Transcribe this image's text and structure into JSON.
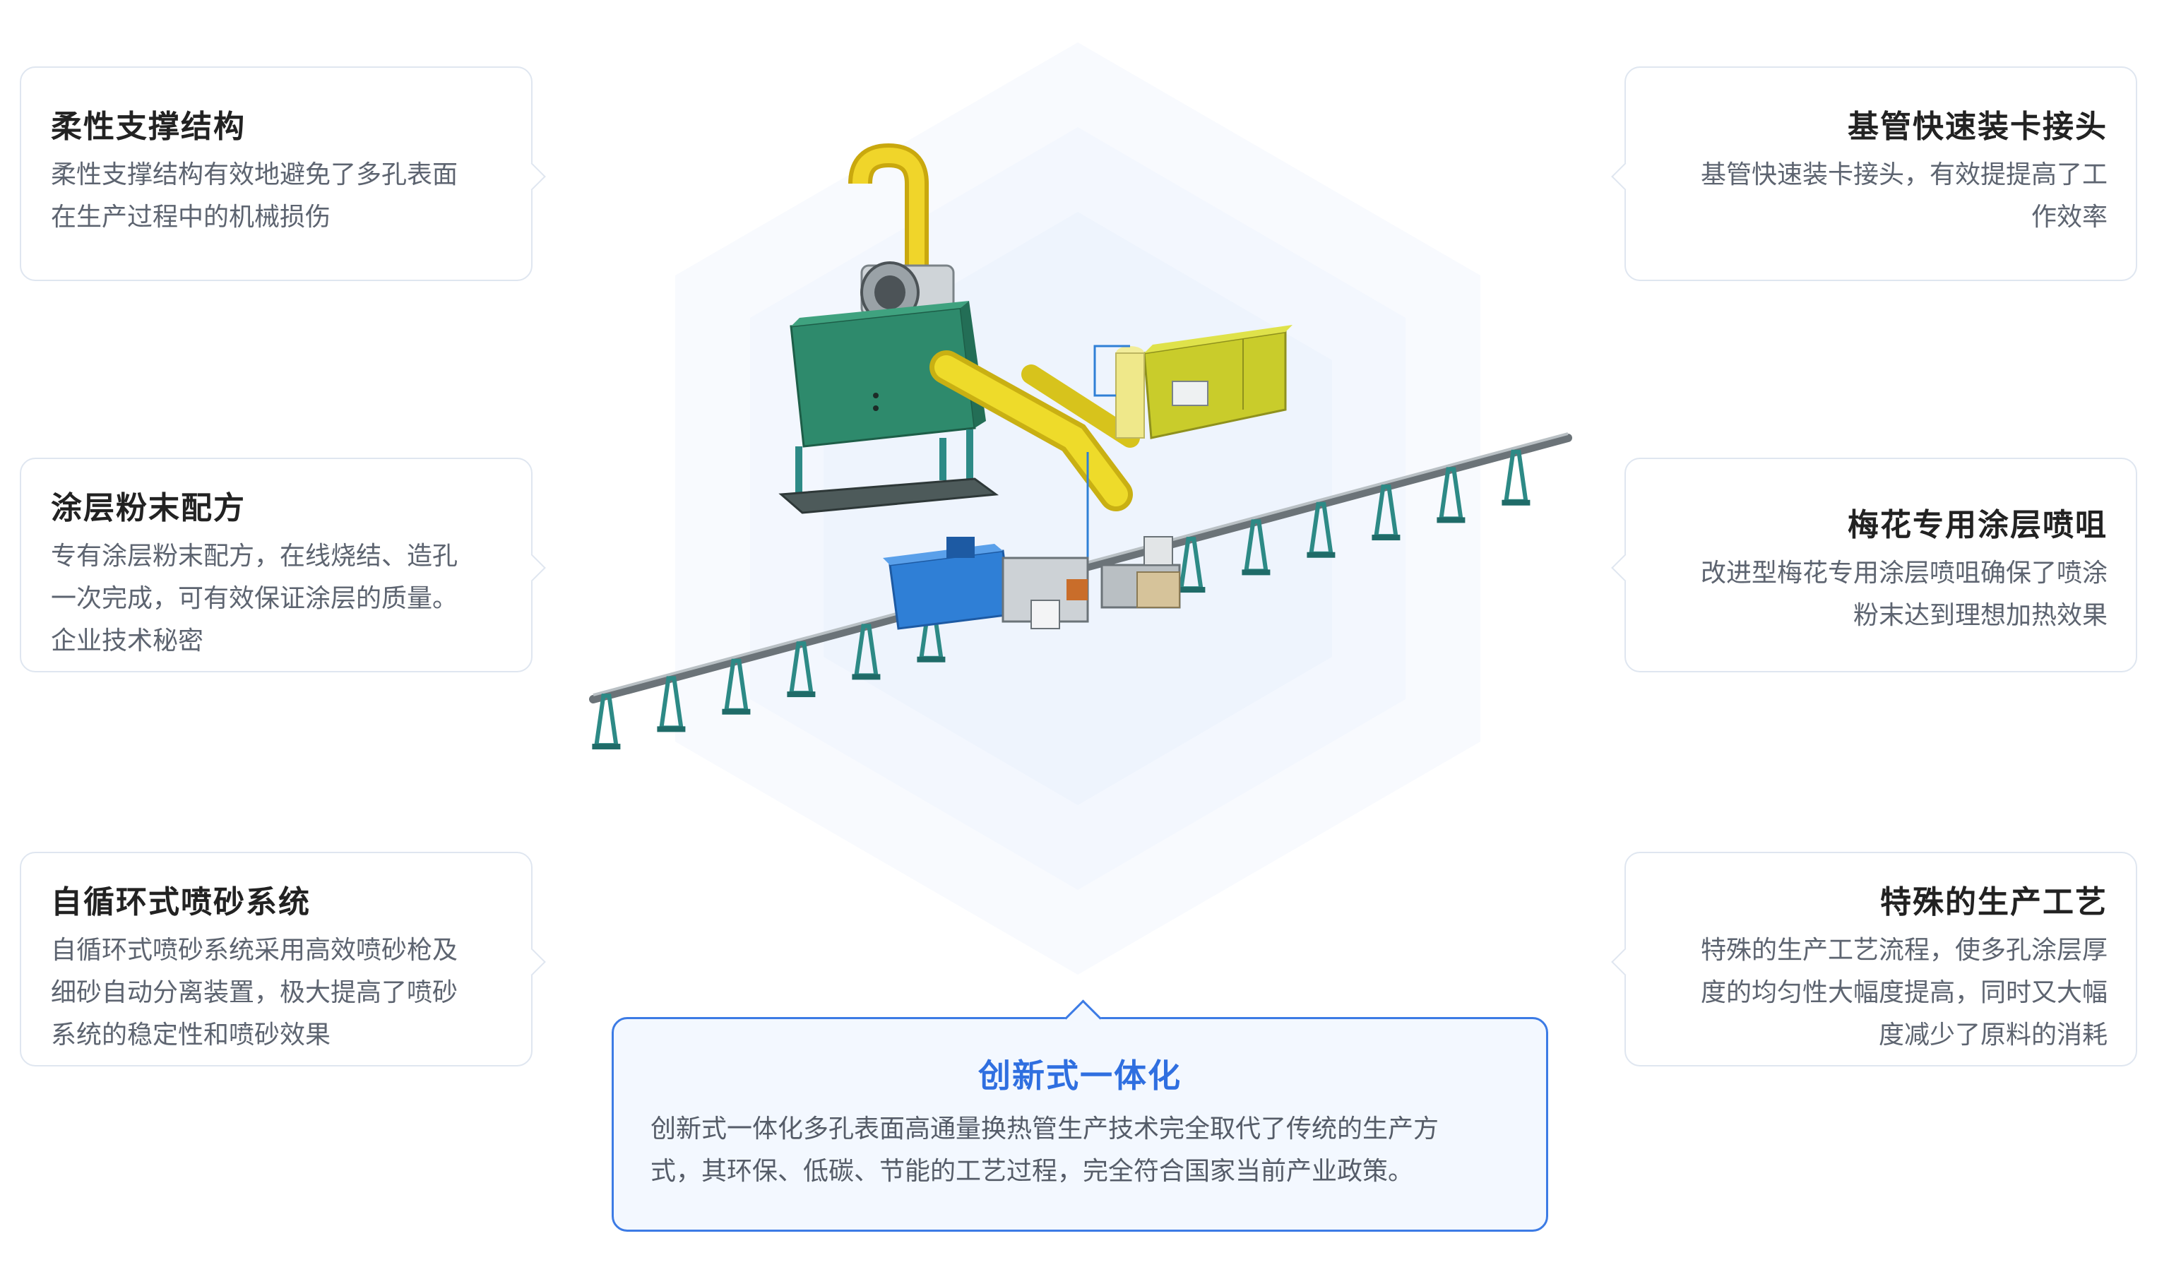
{
  "cards": {
    "left": [
      {
        "title": "柔性支撑结构",
        "desc": [
          "柔性支撑结构有效地避免了多孔表面",
          "在生产过程中的机械损伤"
        ]
      },
      {
        "title": "涂层粉末配方",
        "desc": [
          "专有涂层粉末配方，在线烧结、造孔",
          "一次完成，可有效保证涂层的质量。",
          "企业技术秘密"
        ]
      },
      {
        "title": "自循环式喷砂系统",
        "desc": [
          "自循环式喷砂系统采用高效喷砂枪及",
          "细砂自动分离装置，极大提高了喷砂",
          "系统的稳定性和喷砂效果"
        ]
      }
    ],
    "right": [
      {
        "title": "基管快速装卡接头",
        "desc": [
          "基管快速装卡接头，有效提提高了工",
          "作效率"
        ]
      },
      {
        "title": "梅花专用涂层喷咀",
        "desc": [
          "改进型梅花专用涂层喷咀确保了喷涂",
          "粉末达到理想加热效果"
        ]
      },
      {
        "title": "特殊的生产工艺",
        "desc": [
          "特殊的生产工艺流程，使多孔涂层厚",
          "度的均匀性大幅度提高，同时又大幅",
          "度减少了原料的消耗"
        ]
      }
    ]
  },
  "center": {
    "title": "创新式一体化",
    "desc": [
      "创新式一体化多孔表面高通量换热管生产技术完全取代了传统的生产方",
      "式，其环保、低碳、节能的工艺过程，完全符合国家当前产业政策。"
    ]
  },
  "colors": {
    "accent": "#3c7be5",
    "cabinet": "#2e8a6c",
    "pipe": "#e8d21a",
    "rail_support": "#2d8a86",
    "blue_box": "#2f7fd6"
  }
}
